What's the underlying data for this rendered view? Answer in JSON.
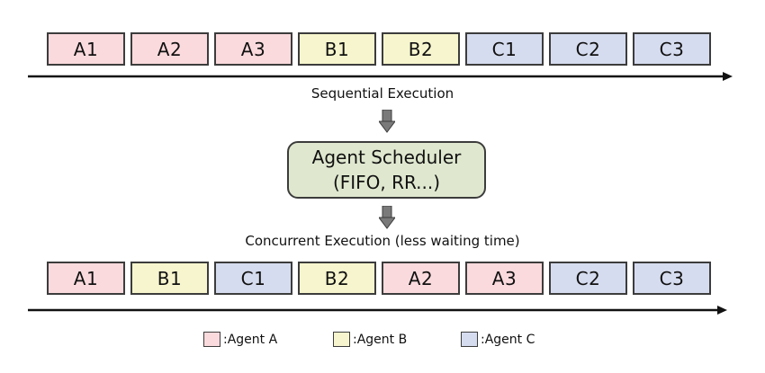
{
  "colors": {
    "agent_a": "#fadadd",
    "agent_b": "#f6f5cd",
    "agent_c": "#d6dcef",
    "border": "#3c3c3c",
    "scheduler_fill": "#dfe8cf",
    "arrow_fill": "#7a7a7a"
  },
  "sequential": {
    "blocks": [
      {
        "label": "A1",
        "agent": "agent_a"
      },
      {
        "label": "A2",
        "agent": "agent_a"
      },
      {
        "label": "A3",
        "agent": "agent_a"
      },
      {
        "label": "B1",
        "agent": "agent_b"
      },
      {
        "label": "B2",
        "agent": "agent_b"
      },
      {
        "label": "C1",
        "agent": "agent_c"
      },
      {
        "label": "C2",
        "agent": "agent_c"
      },
      {
        "label": "C3",
        "agent": "agent_c"
      }
    ],
    "caption": "Sequential Execution"
  },
  "scheduler": {
    "title": "Agent Scheduler",
    "subtitle": "(FIFO, RR...)"
  },
  "concurrent": {
    "caption": "Concurrent Execution (less waiting time)",
    "blocks": [
      {
        "label": "A1",
        "agent": "agent_a"
      },
      {
        "label": "B1",
        "agent": "agent_b"
      },
      {
        "label": "C1",
        "agent": "agent_c"
      },
      {
        "label": "B2",
        "agent": "agent_b"
      },
      {
        "label": "A2",
        "agent": "agent_a"
      },
      {
        "label": "A3",
        "agent": "agent_a"
      },
      {
        "label": "C2",
        "agent": "agent_c"
      },
      {
        "label": "C3",
        "agent": "agent_c"
      }
    ]
  },
  "legend": [
    {
      "label": ":Agent A",
      "agent": "agent_a"
    },
    {
      "label": ":Agent B",
      "agent": "agent_b"
    },
    {
      "label": ":Agent C",
      "agent": "agent_c"
    }
  ]
}
